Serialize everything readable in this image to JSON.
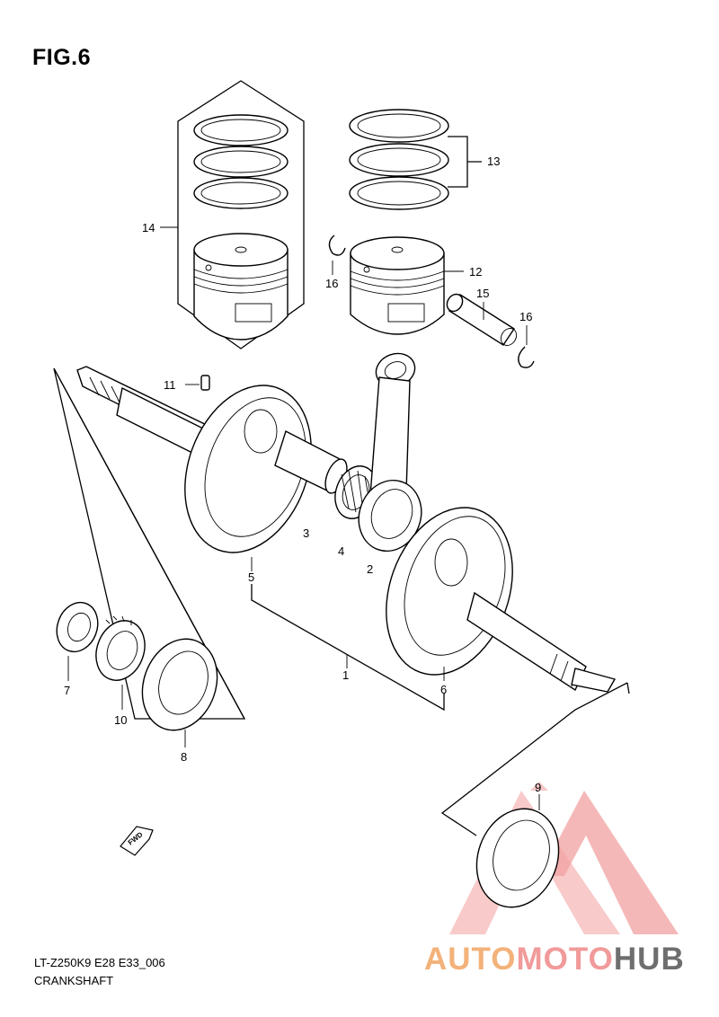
{
  "figure": {
    "title": "FIG.6",
    "code": "LT-Z250K9 E28 E33_006",
    "name": "CRANKSHAFT"
  },
  "callouts": [
    {
      "id": "c1",
      "label": "1"
    },
    {
      "id": "c2",
      "label": "2"
    },
    {
      "id": "c3",
      "label": "3"
    },
    {
      "id": "c4",
      "label": "4"
    },
    {
      "id": "c5",
      "label": "5"
    },
    {
      "id": "c6",
      "label": "6"
    },
    {
      "id": "c7",
      "label": "7"
    },
    {
      "id": "c8",
      "label": "8"
    },
    {
      "id": "c9",
      "label": "9"
    },
    {
      "id": "c10",
      "label": "10"
    },
    {
      "id": "c11",
      "label": "11"
    },
    {
      "id": "c12",
      "label": "12"
    },
    {
      "id": "c13",
      "label": "13"
    },
    {
      "id": "c14",
      "label": "14"
    },
    {
      "id": "c15",
      "label": "15"
    },
    {
      "id": "c16a",
      "label": "16"
    },
    {
      "id": "c16b",
      "label": "16"
    }
  ],
  "fwd_marker": "FWD",
  "watermark": {
    "part1": "AUTO",
    "part2": "MOTO",
    "part3": "HUB",
    "colors": {
      "part1": "#f3b27a",
      "part2": "#f19a9a",
      "part3": "#6e6e6e",
      "triangle": "#f2a0a0"
    }
  }
}
